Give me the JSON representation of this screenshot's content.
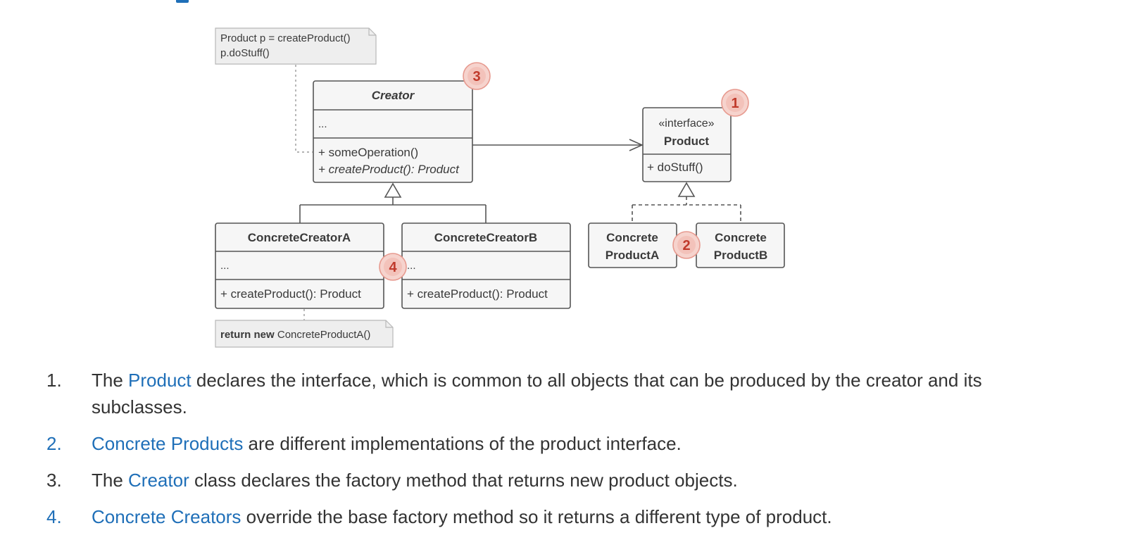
{
  "creator": {
    "name": "Creator",
    "fields": "...",
    "method1": "+ someOperation()",
    "method2": "+ createProduct(): Product"
  },
  "product": {
    "stereotype": "«interface»",
    "name": "Product",
    "method": "+ doStuff()"
  },
  "concrete_creator_a": {
    "name": "ConcreteCreatorA",
    "fields": "...",
    "method": "+ createProduct(): Product"
  },
  "concrete_creator_b": {
    "name": "ConcreteCreatorB",
    "fields": "...",
    "method": "+ createProduct(): Product"
  },
  "concrete_product_a": {
    "line1": "Concrete",
    "line2": "ProductA"
  },
  "concrete_product_b": {
    "line1": "Concrete",
    "line2": "ProductB"
  },
  "note_top": {
    "line1": "Product p = createProduct()",
    "line2": "p.doStuff()"
  },
  "note_bottom": {
    "keyword": "return new",
    "rest": " ConcreteProductA()"
  },
  "badges": [
    "1",
    "2",
    "3",
    "4"
  ],
  "colors": {
    "link_blue": "#1f6fb8",
    "badge_red": "#c0392b",
    "box_fill": "#f6f6f6"
  },
  "descriptions": [
    {
      "num": "1.",
      "pre": "The ",
      "highlight": "Product",
      "post": " declares the interface, which is common to all objects that can be produced by the creator and its subclasses."
    },
    {
      "num": "2.",
      "pre": "",
      "highlight": "Concrete Products",
      "post": " are different implementations of the product interface."
    },
    {
      "num": "3.",
      "pre": "The ",
      "highlight": "Creator",
      "post": " class declares the factory method that returns new product objects."
    },
    {
      "num": "4.",
      "pre": "",
      "highlight": "Concrete Creators",
      "post": " override the base factory method so it returns a different type of product."
    }
  ]
}
